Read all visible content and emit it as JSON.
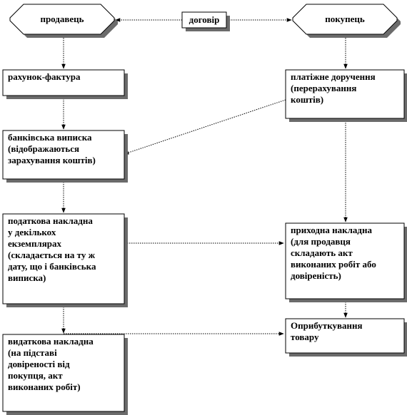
{
  "nodes": {
    "seller": {
      "label": [
        "продавець"
      ]
    },
    "contract": {
      "label": [
        "договір"
      ]
    },
    "buyer": {
      "label": [
        "покупець"
      ]
    },
    "invoice": {
      "label": [
        "рахунок-фактура"
      ]
    },
    "payment_order": {
      "label": [
        "платіжне доручення",
        "(перерахування",
        "коштів)"
      ]
    },
    "bank_statement": {
      "label": [
        "банківська виписка",
        "(відображаються",
        "зарахування коштів)"
      ]
    },
    "tax_invoice": {
      "label": [
        "податкова накладна",
        "у декількох",
        "екземплярах",
        "(складається на ту ж",
        "дату, що і банківська",
        "виписка)"
      ]
    },
    "incoming_invoice": {
      "label": [
        "приходна накладна",
        "(для продавця",
        "складають акт",
        "виконаних робіт або",
        "довіреність)"
      ]
    },
    "goods_receipt": {
      "label": [
        "Оприбуткування",
        "товару"
      ]
    },
    "outgoing_invoice": {
      "label": [
        "видаткова накладна",
        "(на підставі",
        "довіреності від",
        "покупця, акт",
        "виконаних робіт)"
      ]
    }
  }
}
